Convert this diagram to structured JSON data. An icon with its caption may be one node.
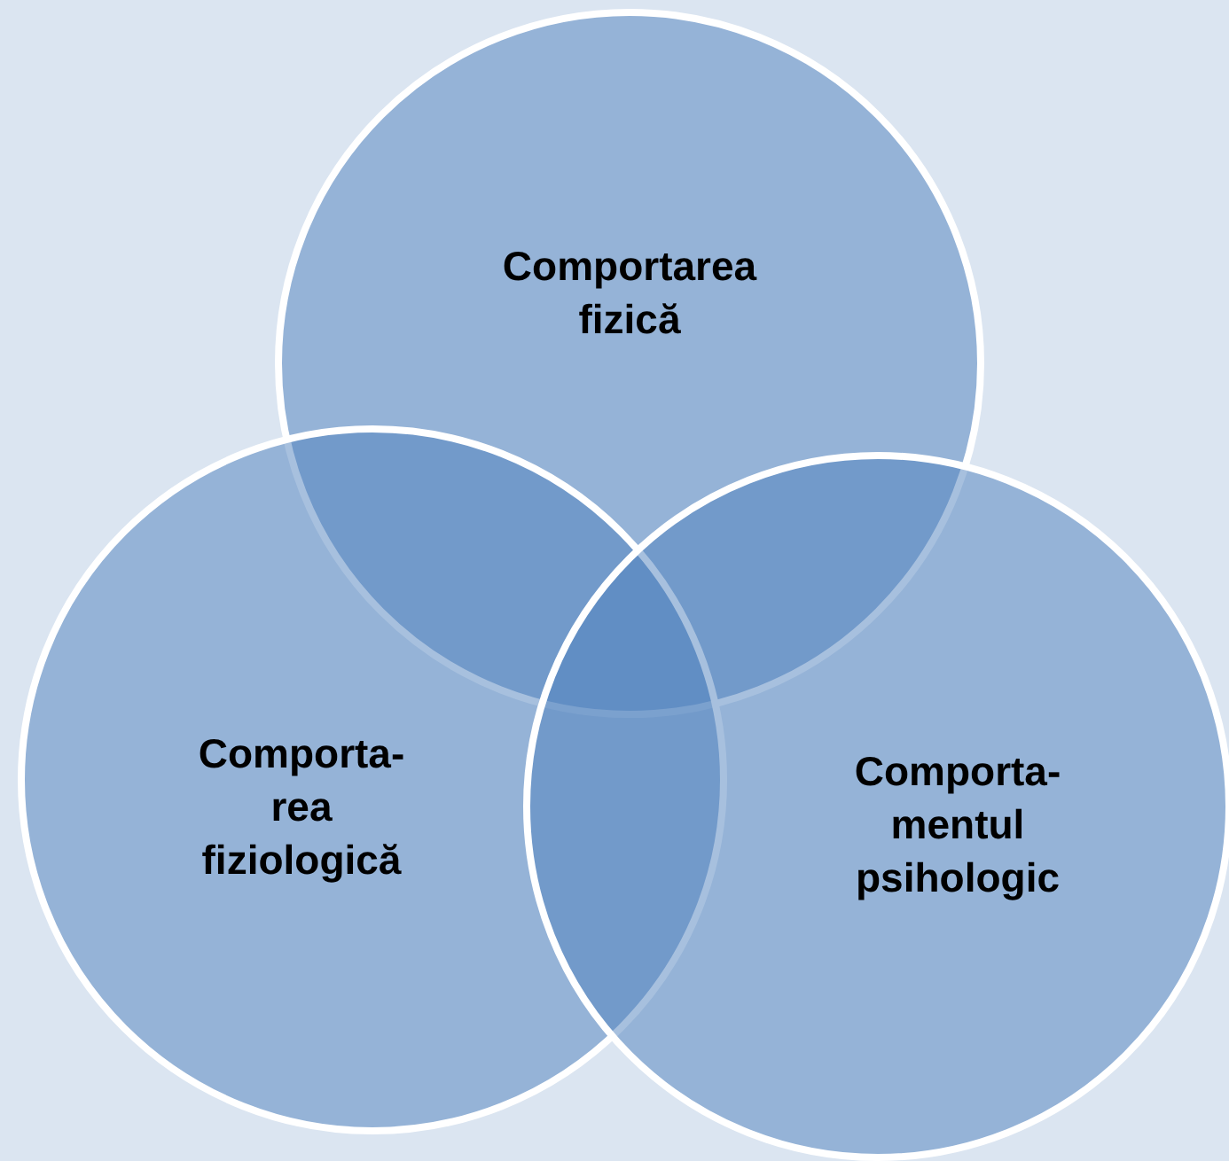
{
  "diagram": {
    "nodes": [
      {
        "text": [
          "Comportarea fizică"
        ]
      },
      {
        "text": [
          "Comporta- rea fiziologică"
        ]
      },
      {
        "text": [
          "Comporta- mentul psihologic"
        ]
      }
    ]
  }
}
